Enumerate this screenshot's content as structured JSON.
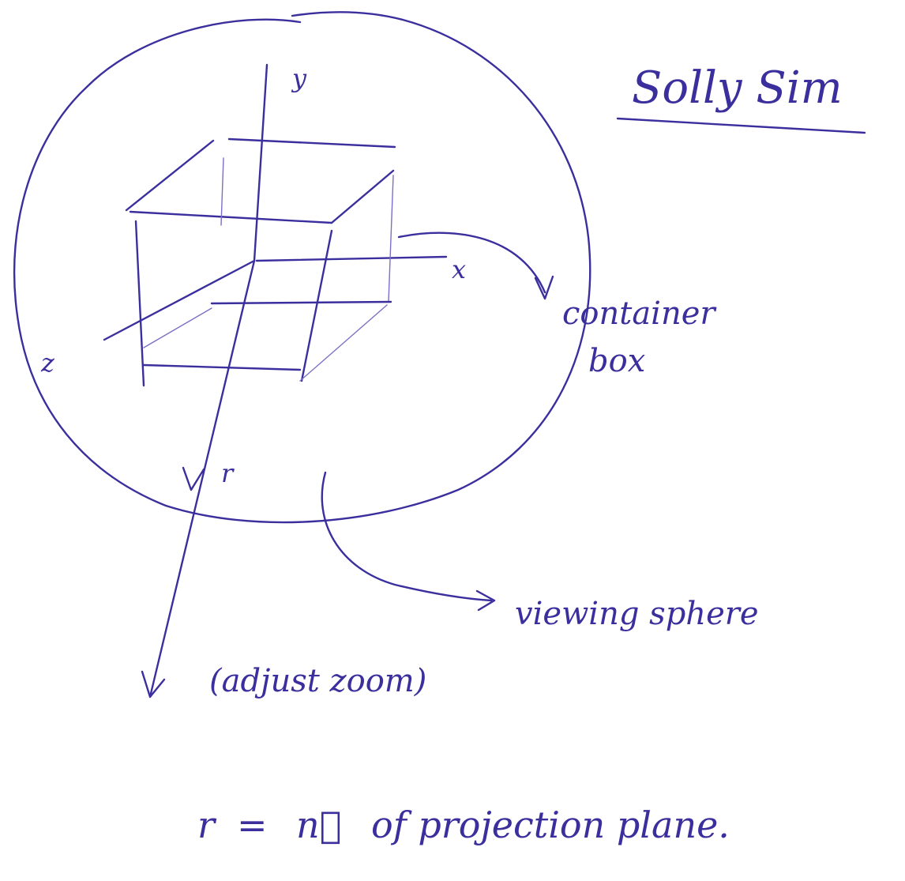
{
  "title": "Solly Sim",
  "axis_labels": {
    "y": "y",
    "x": "x",
    "z": "z",
    "r": "r"
  },
  "callouts": {
    "container_line1": "container",
    "container_line2": "box",
    "viewing_sphere": "viewing sphere",
    "zoom_note": "(adjust zoom)"
  },
  "formula": {
    "lhs": "r",
    "eq": "=",
    "n_symbol": "n⃗",
    "rest": "of projection plane."
  },
  "colors": {
    "ink": "#3b2f9e",
    "faint_ink": "#7a70c4",
    "paper": "#ffffff"
  }
}
